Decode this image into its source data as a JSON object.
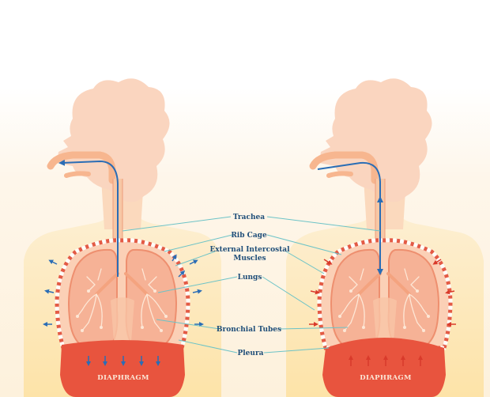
{
  "labels": {
    "trachea": "Trachea",
    "rib_cage": "Rib Cage",
    "intercostal_line1": "External Intercostal",
    "intercostal_line2": "Muscles",
    "lungs": "Lungs",
    "bronchial_tubes": "Bronchial Tubes",
    "pleura": "Pleura"
  },
  "panels": [
    {
      "id": "exhale",
      "diaphragm_label": "DIAPHRAGM"
    },
    {
      "id": "inhale",
      "diaphragm_label": "DIAPHRAGM"
    }
  ],
  "colors": {
    "body": "#fde9c0",
    "head": "#fad5bf",
    "lung_fill": "#f6b296",
    "lung_stroke": "#ee8f6f",
    "airway": "#f7c7a5",
    "diaphragm": "#e8543e",
    "arrow_blue": "#2a6db5",
    "arrow_red": "#d93a2b",
    "leader_line": "#6cc3c7",
    "label_text": "#1f4e79"
  }
}
